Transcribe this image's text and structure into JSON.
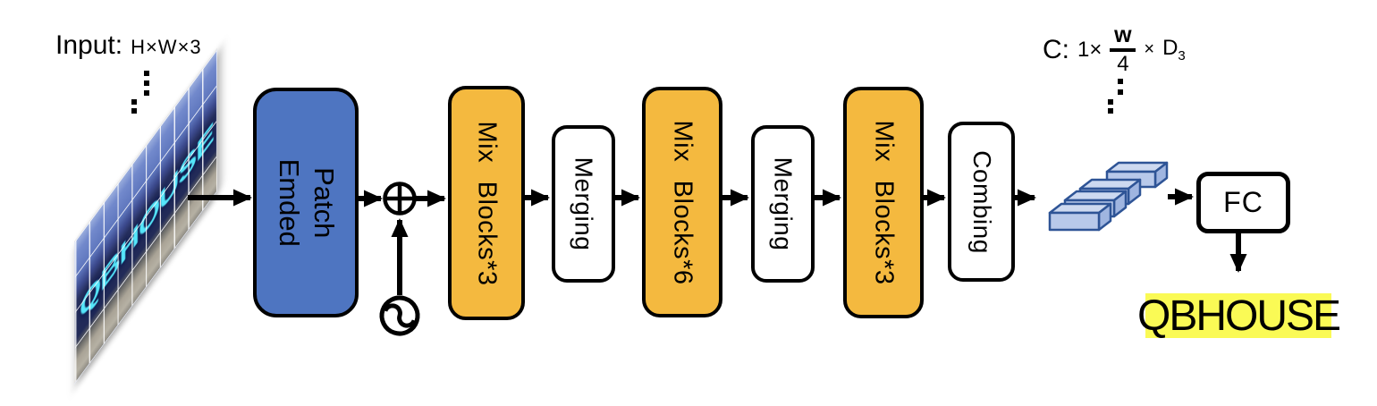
{
  "annotations": {
    "input_label": "Input:",
    "input_shape": "H×W×3",
    "c_prefix": "C:",
    "c_one": "1×",
    "frac_num": "w",
    "frac_den": "4",
    "c_times": "×",
    "c_d": "D",
    "c_d_sub": "3"
  },
  "input_image": {
    "sign_text": "QBHOUSE"
  },
  "pipeline": {
    "patch_embed": {
      "line1": "Patch",
      "line2": "Emded"
    },
    "mix_blocks_1": "Mix Blocks*3",
    "merging_1": "Merging",
    "mix_blocks_2": "Mix Blocks*6",
    "merging_2": "Merging",
    "mix_blocks_3": "Mix Blocks*3",
    "combing": "Combing",
    "fc": "FC"
  },
  "output": {
    "text": "QBHOUSE"
  },
  "colors": {
    "block_blue": "#4E75C1",
    "block_orange": "#F4B93F",
    "highlight_yellow": "#FAFA55",
    "feature_fill": "#B8C9EA",
    "feature_stroke": "#2E5496",
    "sign_text_cyan": "#55E6FA"
  },
  "icons": {
    "add": "circled-plus",
    "positional_encoding": "sine-wave-circle",
    "features": "stacked-3d-feature-maps"
  }
}
